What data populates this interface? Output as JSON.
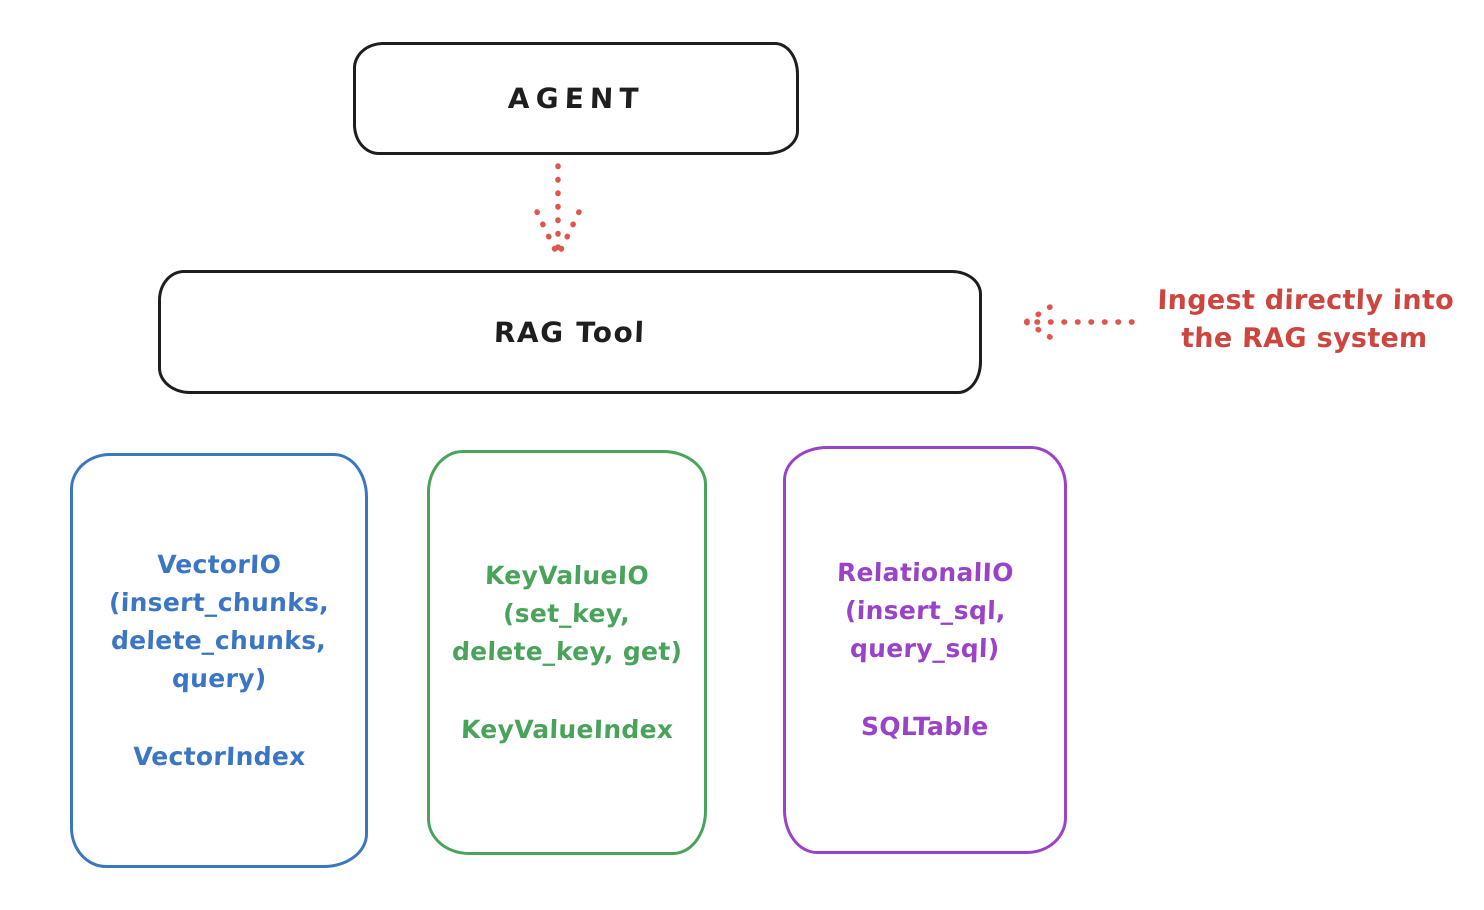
{
  "diagram": {
    "nodes": {
      "agent": {
        "label": "AGENT"
      },
      "rag_tool": {
        "label": "RAG Tool"
      }
    },
    "annotation": {
      "line1": "Ingest directly into",
      "line2": "the RAG system"
    },
    "backends": [
      {
        "name": "vector-io",
        "lines": [
          "VectorIO",
          "(insert_chunks,",
          "delete_chunks,",
          "query)"
        ],
        "index_label": "VectorIndex",
        "color": "#3b76c4"
      },
      {
        "name": "keyvalue-io",
        "lines": [
          "KeyValueIO",
          "(set_key,",
          "delete_key, get)"
        ],
        "index_label": "KeyValueIndex",
        "color": "#49a35a"
      },
      {
        "name": "relational-io",
        "lines": [
          "RelationalIO",
          "(insert_sql,",
          "query_sql)"
        ],
        "index_label": "SQLTable",
        "color": "#9a42c8"
      }
    ],
    "colors": {
      "node_stroke": "#1e1e1e",
      "arrow_red": "#e0554d",
      "annotation_red": "#cd453e",
      "vector_blue": "#3b76c4",
      "keyvalue_green": "#49a35a",
      "relational_purple": "#9a42c8"
    }
  }
}
